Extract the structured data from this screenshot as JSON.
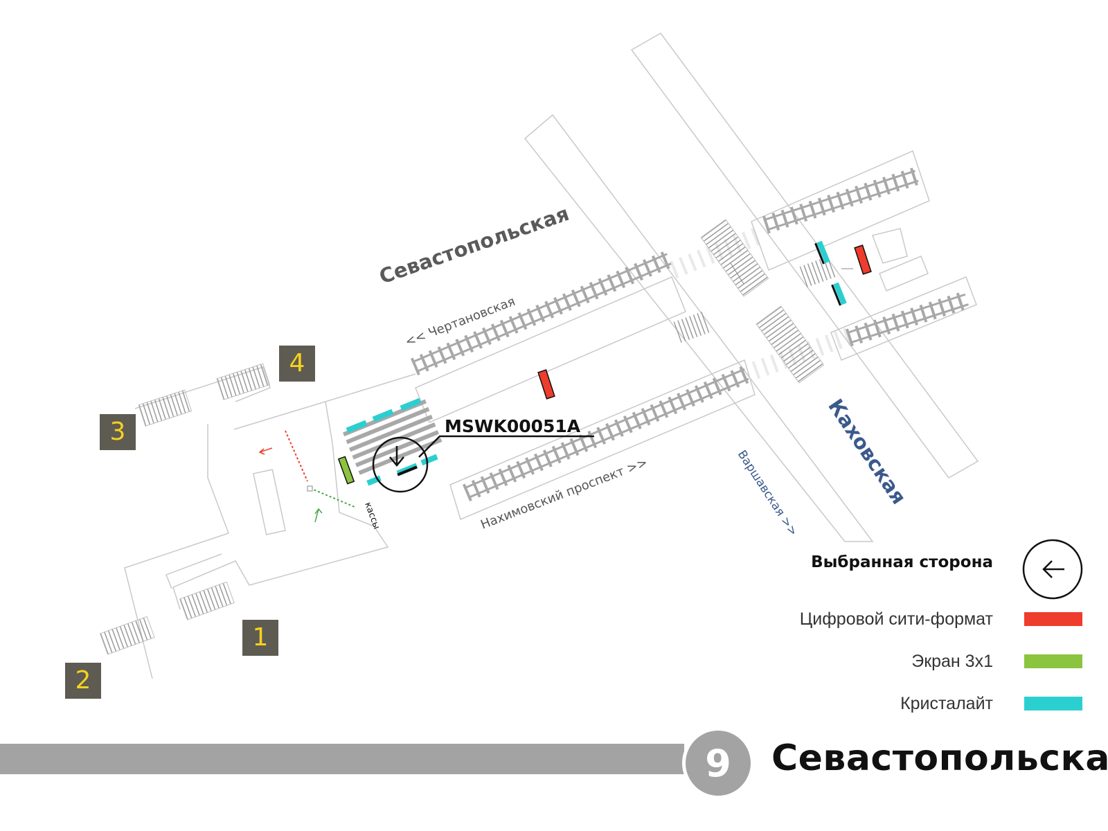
{
  "map": {
    "station_label": "Севастопольская",
    "cross_station_label": "Каховская",
    "direction_chertanovskaya": "<< Чертановская",
    "direction_nakhimovsky": "Нахимовский проспект >>",
    "direction_varshavskaya": "Варшавская >>",
    "ticket_office": "кассы",
    "callout_id": "MSWK00051A"
  },
  "exits": [
    {
      "number": "1"
    },
    {
      "number": "2"
    },
    {
      "number": "3"
    },
    {
      "number": "4"
    }
  ],
  "legend": {
    "selected_side": "Выбранная сторона",
    "items": [
      {
        "label": "Цифровой сити-формат",
        "color": "#ee3c2d"
      },
      {
        "label": "Экран 3x1",
        "color": "#8bc43f"
      },
      {
        "label": "Кристалайт",
        "color": "#2ccfcf"
      }
    ]
  },
  "footer": {
    "line_number": "9",
    "station_name": "Севастопольская",
    "line_color": "#a3a3a3"
  },
  "colors": {
    "outline": "#c9c9c9",
    "track": "#a8a8a8",
    "station_label": "#5a5a5a",
    "cross_station_label": "#3a5a8c"
  }
}
